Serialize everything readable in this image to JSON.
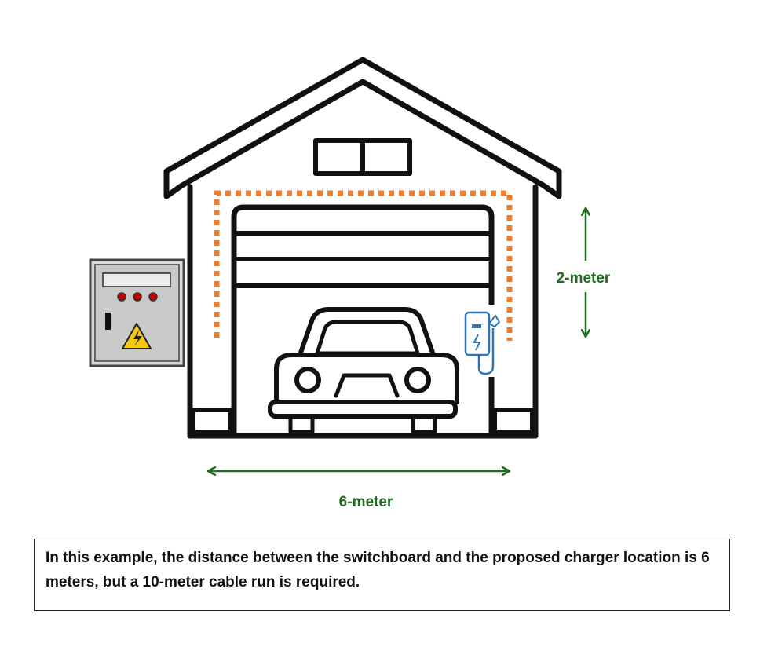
{
  "dimensions": {
    "height_label": "2-meter",
    "width_label": "6-meter"
  },
  "caption": {
    "text": "In this example, the distance between the switchboard and the proposed charger location is 6 meters, but a 10-meter cable run is required."
  },
  "colors": {
    "outline": "#111111",
    "cable_route": "#ED7D31",
    "dimension": "#1E6B22",
    "charger": "#2E75B6",
    "switchboard_fill": "#C9C9C9",
    "warning_fill": "#F2C811",
    "indicator_red": "#C00000"
  },
  "icons": {
    "garage": "garage-icon",
    "car": "car-icon",
    "switchboard": "switchboard-icon",
    "charger": "ev-charger-icon",
    "warning": "high-voltage-warning-icon"
  }
}
